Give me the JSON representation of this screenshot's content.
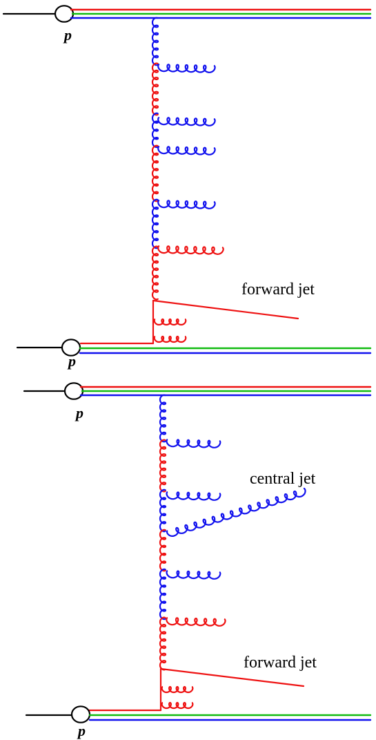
{
  "colors": {
    "red": "#ee1111",
    "green": "#11bb11",
    "blue": "#1111ee",
    "black": "#000000"
  },
  "top_diagram": {
    "proton_upper_label": "p",
    "proton_lower_label": "p",
    "jet_label": "forward jet"
  },
  "bottom_diagram": {
    "proton_upper_label": "p",
    "proton_lower_label": "p",
    "central_jet_label": "central jet",
    "forward_jet_label": "forward jet"
  }
}
